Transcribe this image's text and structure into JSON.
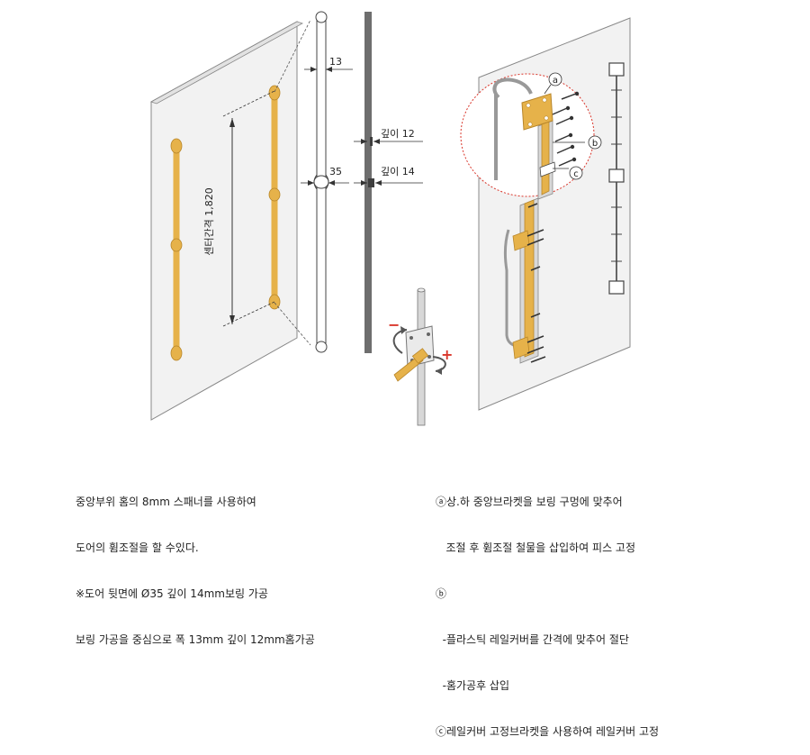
{
  "colors": {
    "panel_fill": "#f2f2f2",
    "panel_stroke": "#888888",
    "handle_fill": "#e6b24a",
    "handle_stroke": "#b8862a",
    "rail_fill": "#666666",
    "accent_red": "#d9352a",
    "callout_circle": "#d9352a"
  },
  "dimensions": {
    "width_13": "13",
    "width_35": "35",
    "depth_12": "깊이 12",
    "depth_14": "깊이 14",
    "center_spacing": "센터간격 1,820"
  },
  "callouts": {
    "a": "ⓐ",
    "b": "ⓑ",
    "c": "ⓒ"
  },
  "symbols": {
    "minus": "−",
    "plus": "+"
  },
  "notes_left": [
    "중앙부위 홈의 8mm 스패너를 사용하여",
    "도어의 휨조절을 할 수있다.",
    "※도어 뒷면에 Ø35 깊이 14mm보링 가공",
    "보링 가공을 중심으로 폭 13mm 깊이 12mm홈가공"
  ],
  "notes_right": [
    "ⓐ상.하 중앙브라켓을 보링 구멍에 맞추어",
    "   조절 후 휨조절 철물을 삽입하여 피스 고정",
    "ⓑ",
    "  -플라스틱 레일커버를 간격에 맞추어 절단",
    "  -홈가공후 삽입",
    "ⓒ레일커버 고정브라켓을 사용하여 레일커버 고정"
  ]
}
